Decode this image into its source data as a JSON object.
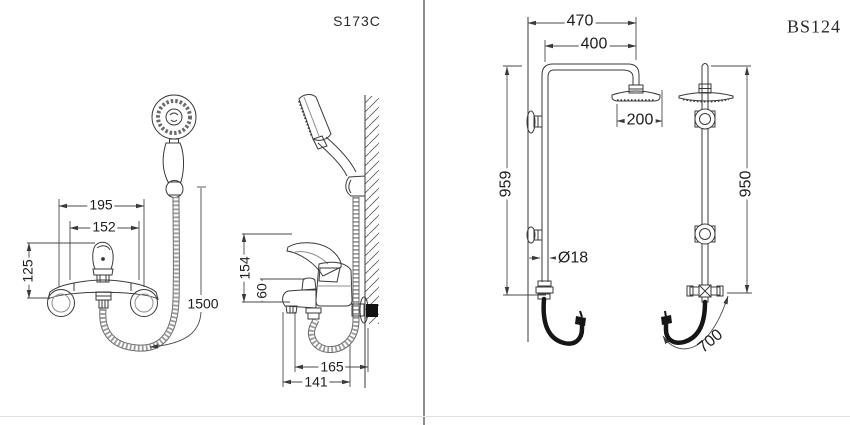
{
  "left_panel": {
    "model_label": "S173C",
    "front_view": {
      "dim_width_outer": "195",
      "dim_width_inner": "152",
      "dim_height": "125",
      "dim_hose_length": "1500"
    },
    "side_view": {
      "dim_height_total": "154",
      "dim_spout_height": "60",
      "dim_depth_inner": "165",
      "dim_depth_outer": "141"
    }
  },
  "right_panel": {
    "model_label": "BS124",
    "front_view": {
      "dim_arm_from_wall": "470",
      "dim_arm_length": "400",
      "dim_head_diameter": "200",
      "dim_column_height": "959",
      "dim_pipe_diameter": "Ø18"
    },
    "side_view": {
      "dim_column_height": "950",
      "dim_hose_length": "700"
    }
  }
}
